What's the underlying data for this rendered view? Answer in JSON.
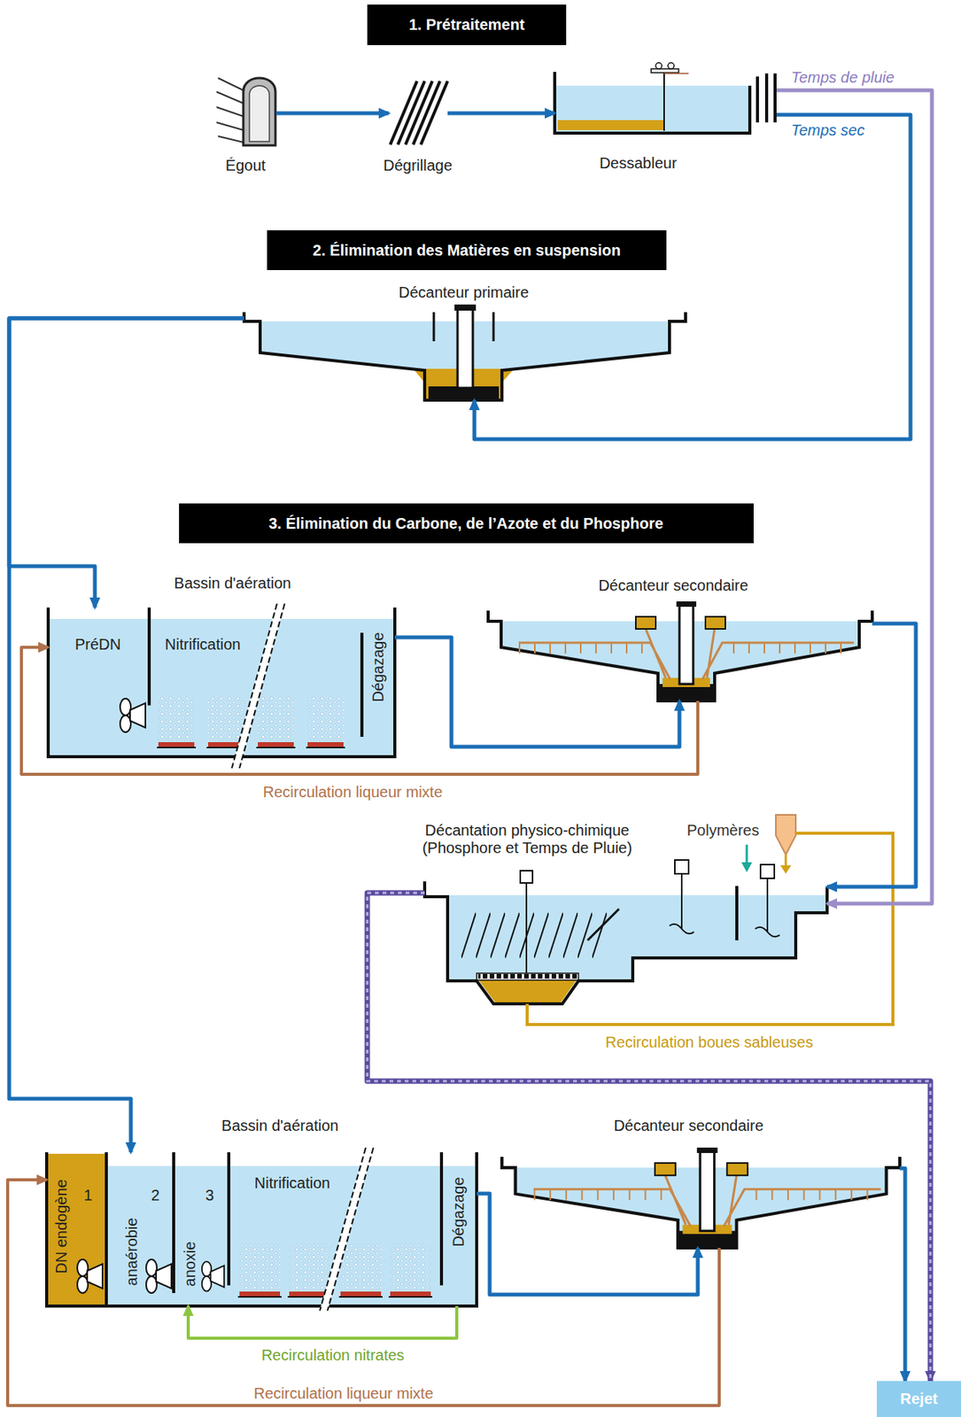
{
  "diagram": {
    "nodes": [
      {
        "text": [
          "1. Prétraitement"
        ]
      },
      {
        "text": [
          "Égout"
        ]
      },
      {
        "text": [
          "Dégrillage"
        ]
      },
      {
        "text": [
          "Dessableur"
        ]
      },
      {
        "text": [
          "2. Élimination des Matières en suspension"
        ]
      },
      {
        "text": [
          "Décanteur primaire"
        ]
      },
      {
        "text": [
          "3. Élimination du Carbone, de l’Azote et du Phosphore"
        ]
      },
      {
        "text": [
          "Bassin d'aération"
        ]
      },
      {
        "text": [
          "PréDN"
        ],
        "in": 7
      },
      {
        "text": [
          "Nitrification"
        ],
        "in": 7
      },
      {
        "text": [
          "Dégazage"
        ],
        "in": 7
      },
      {
        "text": [
          "Décanteur secondaire"
        ]
      },
      {
        "text": [
          "Décantation physico-chimique (Phosphore et Temps de Pluie)"
        ]
      },
      {
        "text": [
          "Bassin d'aération"
        ]
      },
      {
        "text": [
          "DN endogène",
          "1"
        ],
        "in": 13
      },
      {
        "text": [
          "2",
          "anaérobie"
        ],
        "in": 13
      },
      {
        "text": [
          "3",
          "anoxie"
        ],
        "in": 13
      },
      {
        "text": [
          "Nitrification"
        ],
        "in": 13
      },
      {
        "text": [
          "Dégazage"
        ],
        "in": 13
      },
      {
        "text": [
          "Décanteur secondaire"
        ]
      },
      {
        "text": [
          "Rejet"
        ]
      }
    ],
    "edges": [
      {
        "from": 1,
        "to": 2,
        "arrow": "to"
      },
      {
        "from": 2,
        "to": 3,
        "arrow": "to"
      },
      {
        "from": 3,
        "to": 5,
        "arrow": "to",
        "label": "Temps sec"
      },
      {
        "from": 3,
        "to": 12,
        "arrow": "to",
        "label": "Temps de pluie"
      },
      {
        "from": 5,
        "to": 8,
        "arrow": "to"
      },
      {
        "from": 5,
        "to": 15,
        "arrow": "to"
      },
      {
        "from": 10,
        "to": 11,
        "arrow": "to"
      },
      {
        "from": 11,
        "to": 8,
        "arrow": "to",
        "label": "Recirculation liqueur mixte"
      },
      {
        "from": 11,
        "to": 12,
        "arrow": "to"
      },
      {
        "from": 12,
        "to": 20,
        "arrow": "to"
      },
      {
        "from": 18,
        "to": 19,
        "arrow": "to"
      },
      {
        "from": 19,
        "to": 14,
        "arrow": "to",
        "label": "Recirculation liqueur mixte"
      },
      {
        "from": 19,
        "to": 20,
        "arrow": "to"
      },
      {
        "from": 18,
        "to": 16,
        "arrow": "to",
        "label": "Recirculation nitrates"
      }
    ],
    "labels": [
      "Polymères",
      "Recirculation boues sableuses"
    ]
  }
}
